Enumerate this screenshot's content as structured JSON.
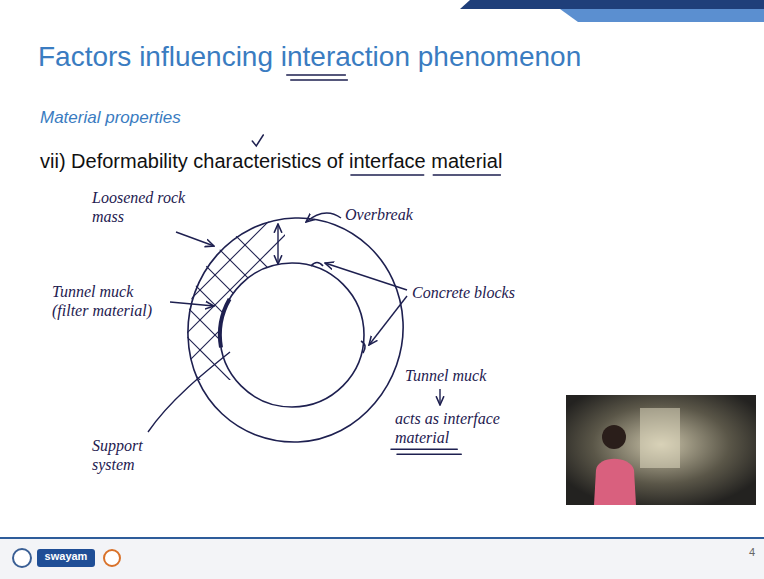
{
  "diagram": {
    "title": "Factors influencing interaction phenomenon",
    "labels": [
      "Material properties",
      "vii) Deformability characteristics of interface material",
      "Loosened rock mass",
      "Overbreak",
      "Concrete blocks",
      "Tunnel muck (filter material)",
      "Support system",
      "Tunnel muck",
      "acts as interface material",
      "swayam",
      "4"
    ]
  }
}
